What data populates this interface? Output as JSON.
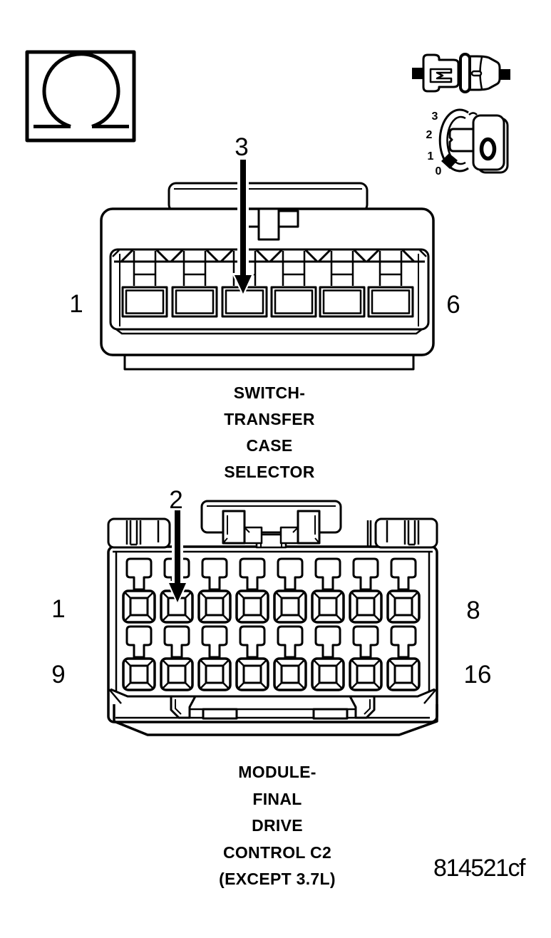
{
  "figure_id": "814521cf",
  "colors": {
    "line": "#000000",
    "background": "#ffffff"
  },
  "icons": {
    "ohmmeter": {
      "name": "ohm-symbol-icon",
      "glyph": "Ω",
      "meaning": "resistance measurement"
    },
    "disconnected_connector": {
      "name": "connector-halves-icon"
    },
    "ignition_switch": {
      "name": "ignition-key-position-icon"
    }
  },
  "ignition_switch": {
    "positions": {
      "p3": "3",
      "p2": "2",
      "p1": "1",
      "p0": "0"
    }
  },
  "connector_top": {
    "probe_label": "3",
    "pin_left": "1",
    "pin_right": "6",
    "title_lines": [
      "SWITCH-",
      "TRANSFER",
      "CASE",
      "SELECTOR"
    ]
  },
  "connector_bottom": {
    "probe_label": "2",
    "row1_left": "1",
    "row1_right": "8",
    "row2_left": "9",
    "row2_right": "16",
    "title_lines": [
      "MODULE-",
      "FINAL",
      "DRIVE",
      "CONTROL C2",
      "(EXCEPT 3.7L)"
    ]
  }
}
